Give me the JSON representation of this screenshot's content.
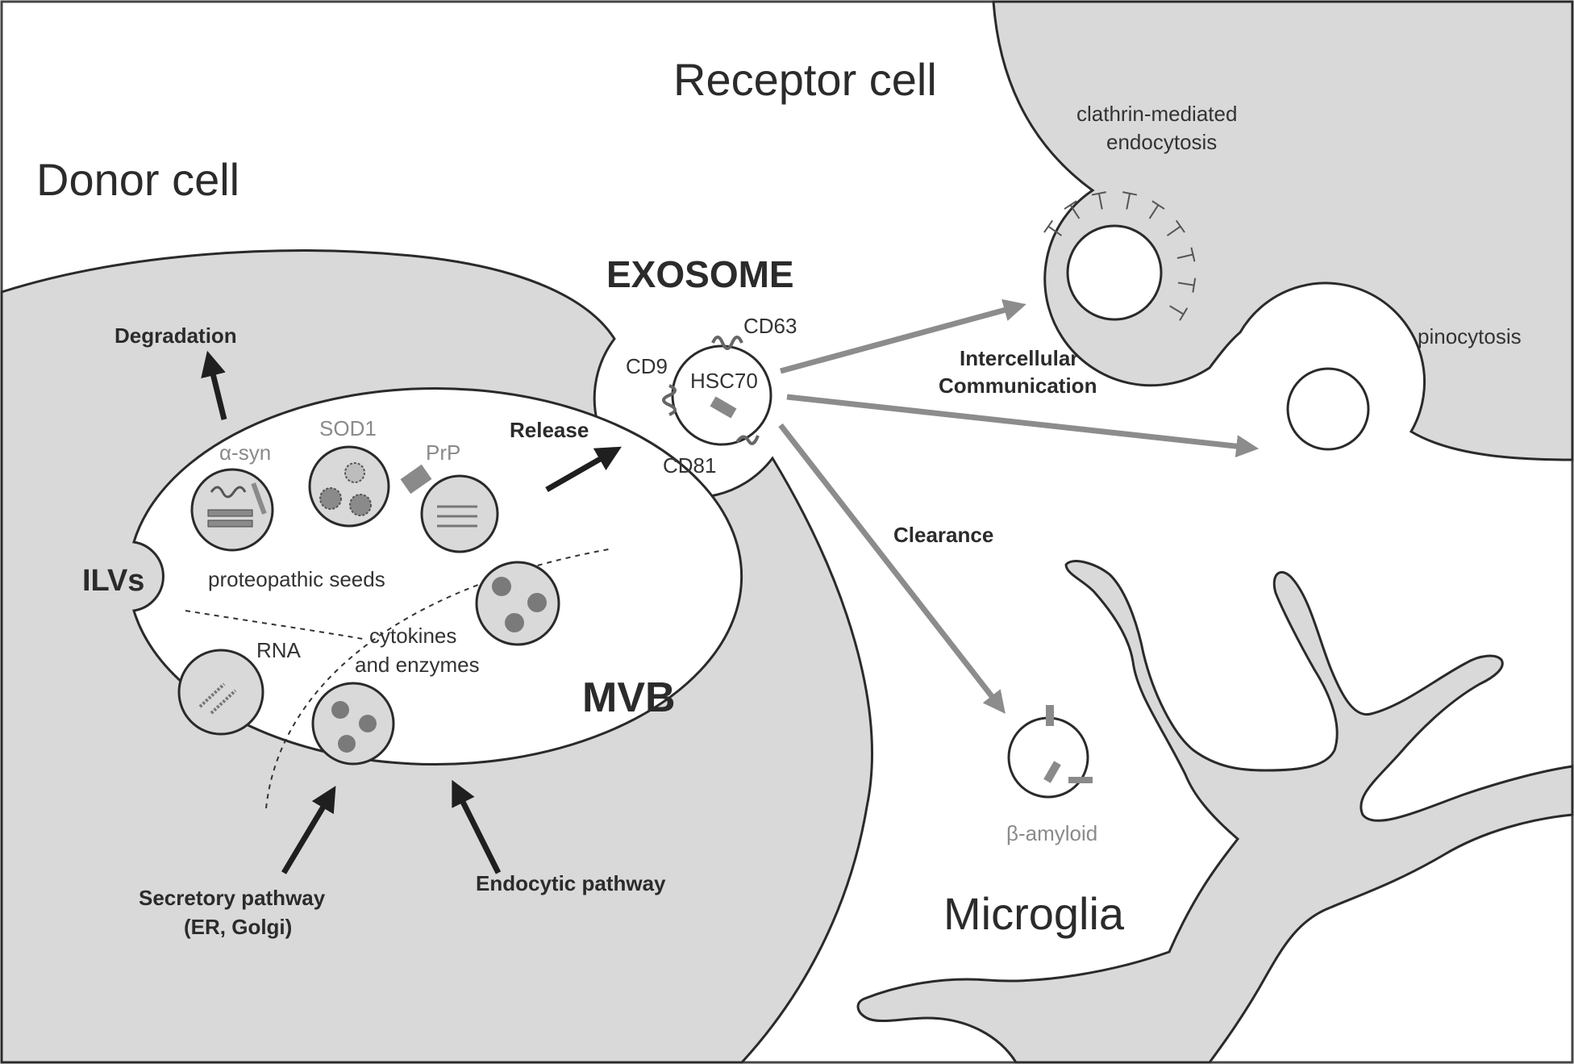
{
  "labels": {
    "donor_cell": "Donor cell",
    "receptor_cell": "Receptor cell",
    "exosome": "EXOSOME",
    "mvb": "MVB",
    "microglia": "Microglia",
    "ilvs": "ILVs",
    "degradation": "Degradation",
    "release": "Release",
    "clathrin_line1": "clathrin-mediated",
    "clathrin_line2": "endocytosis",
    "pinocytosis": "pinocytosis",
    "intercellular_line1": "Intercellular",
    "intercellular_line2": "Communication",
    "clearance": "Clearance",
    "alpha_syn": "α-syn",
    "sod1": "SOD1",
    "prp": "PrP",
    "proteopathic_seeds": "proteopathic seeds",
    "rna": "RNA",
    "cytokines_line1": "cytokines",
    "cytokines_line2": "and enzymes",
    "cd9": "CD9",
    "cd63": "CD63",
    "hsc70": "HSC70",
    "cd81": "CD81",
    "beta_amyloid": "β-amyloid",
    "secretory_line1": "Secretory pathway",
    "secretory_line2": "(ER, Golgi)",
    "endocytic": "Endocytic pathway"
  },
  "colors": {
    "cell_fill": "#d9d9d9",
    "outline": "#2a2a2a",
    "arrow_dark": "#1f1f1f",
    "arrow_grey": "#8c8c8c",
    "protein_fill": "#9a9a9a",
    "background": "#ffffff"
  }
}
